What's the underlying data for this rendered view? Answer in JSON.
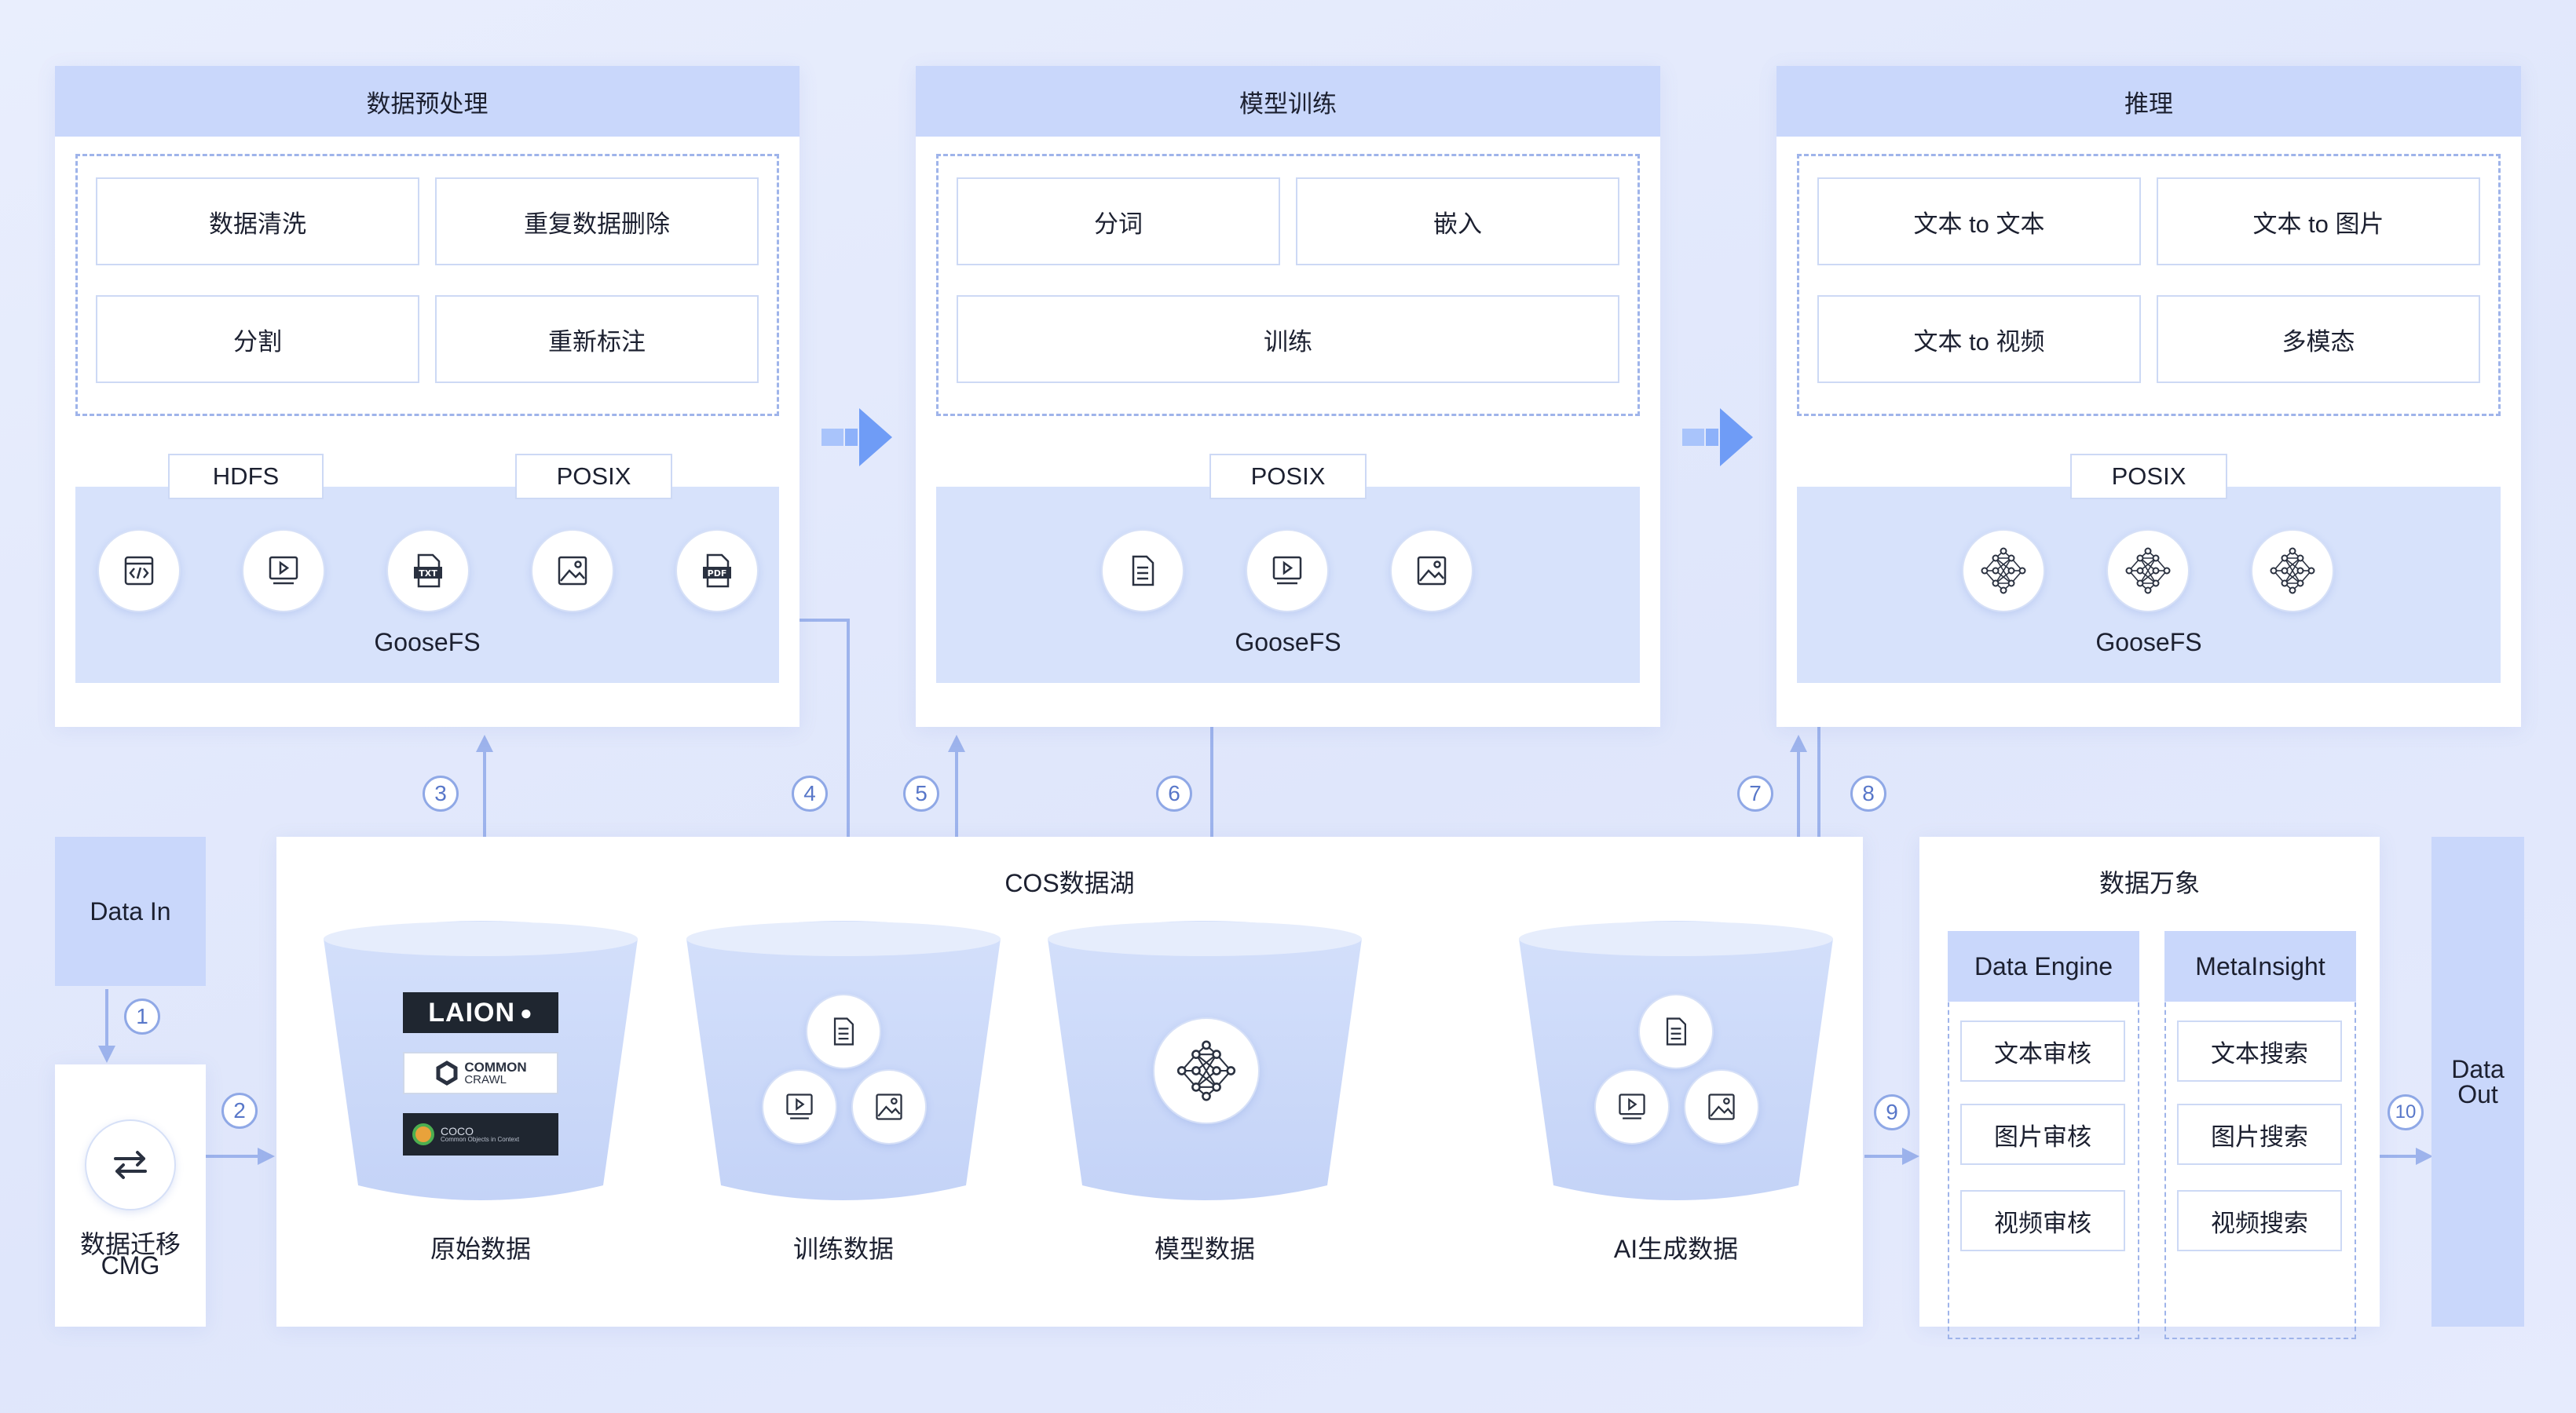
{
  "colors": {
    "panel_header": "#c9d7fb",
    "storage": "#d7e2fb",
    "line": "#9db3ec",
    "arrow": "#7aa3f7",
    "text": "#1c2030"
  },
  "stages": [
    {
      "title": "数据预处理",
      "ops": [
        "数据清洗",
        "重复数据删除",
        "分割",
        "重新标注"
      ],
      "interfaces": [
        "HDFS",
        "POSIX"
      ],
      "storage_label": "GooseFS",
      "icons": [
        "code-file-icon",
        "video-file-icon",
        "txt-file-icon",
        "image-file-icon",
        "pdf-file-icon"
      ]
    },
    {
      "title": "模型训练",
      "ops": [
        "分词",
        "嵌入",
        "训练"
      ],
      "interfaces": [
        "POSIX"
      ],
      "storage_label": "GooseFS",
      "icons": [
        "document-icon",
        "video-icon",
        "image-icon"
      ]
    },
    {
      "title": "推理",
      "ops": [
        "文本 to 文本",
        "文本 to 图片",
        "文本 to 视频",
        "多模态"
      ],
      "interfaces": [
        "POSIX"
      ],
      "storage_label": "GooseFS",
      "icons": [
        "neural-network-icon",
        "neural-network-icon",
        "neural-network-icon"
      ]
    }
  ],
  "data_in": {
    "label": "Data In"
  },
  "cmg": {
    "label_line1": "数据迁移",
    "label_line2": "CMG",
    "icon": "transfer-arrows-icon"
  },
  "lake": {
    "title": "COS数据湖",
    "buckets": [
      {
        "label": "原始数据",
        "logos": [
          "LAION",
          "COMMON",
          "CRAWL",
          "COCO",
          "Common Objects in Context"
        ]
      },
      {
        "label": "训练数据",
        "icons": [
          "document-icon",
          "video-icon",
          "image-icon"
        ]
      },
      {
        "label": "模型数据",
        "icons": [
          "neural-network-icon"
        ]
      },
      {
        "label": "AI生成数据",
        "icons": [
          "document-icon",
          "video-icon",
          "image-icon"
        ]
      }
    ]
  },
  "wanxiang": {
    "title": "数据万象",
    "columns": [
      {
        "header": "Data Engine",
        "items": [
          "文本审核",
          "图片审核",
          "视频审核"
        ]
      },
      {
        "header": "MetaInsight",
        "items": [
          "文本搜索",
          "图片搜索",
          "视频搜索"
        ]
      }
    ]
  },
  "data_out": {
    "line1": "Data",
    "line2": "Out"
  },
  "steps": [
    "1",
    "2",
    "3",
    "4",
    "5",
    "6",
    "7",
    "8",
    "9",
    "10"
  ]
}
